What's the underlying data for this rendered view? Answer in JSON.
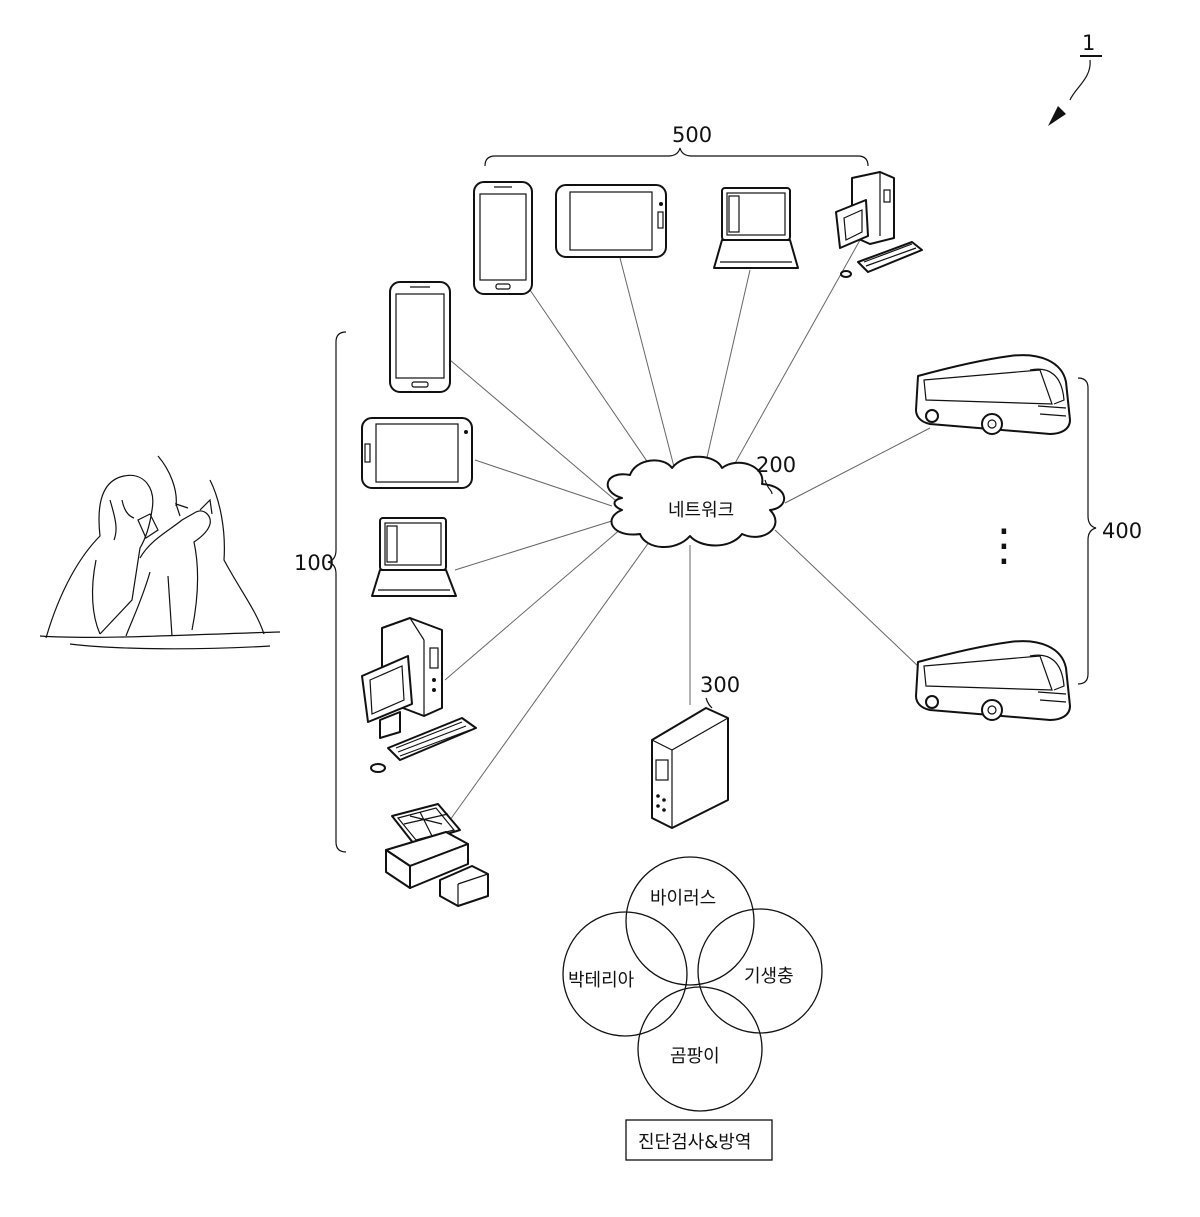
{
  "figure_number": "1",
  "labels": {
    "user_group": "100",
    "network_ref": "200",
    "server_ref": "300",
    "vehicle_group": "400",
    "manager_group": "500"
  },
  "network_text": "네트워크",
  "ellipsis": "⋮",
  "pathogens": {
    "top": "바이러스",
    "left": "박테리아",
    "right": "기생충",
    "bottom": "곰팡이"
  },
  "diagnostics_box": "진단검사&방역"
}
